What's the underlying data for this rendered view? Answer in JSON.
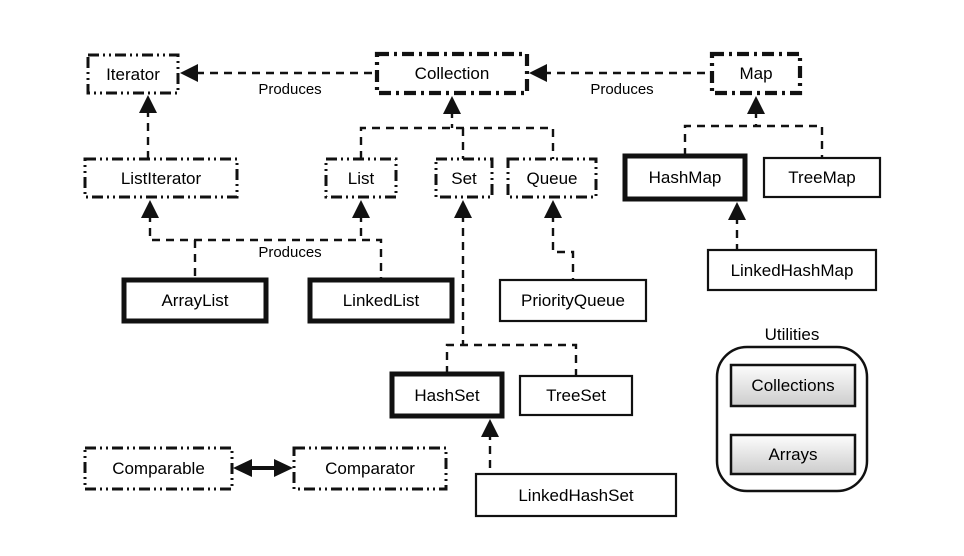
{
  "nodes": {
    "iterator": {
      "label": "Iterator",
      "kind": "interface"
    },
    "collection": {
      "label": "Collection",
      "kind": "interface"
    },
    "map": {
      "label": "Map",
      "kind": "interface"
    },
    "list_iterator": {
      "label": "ListIterator",
      "kind": "interface"
    },
    "list": {
      "label": "List",
      "kind": "interface"
    },
    "set": {
      "label": "Set",
      "kind": "interface"
    },
    "queue": {
      "label": "Queue",
      "kind": "interface"
    },
    "hashmap": {
      "label": "HashMap",
      "kind": "class-emphasized"
    },
    "treemap": {
      "label": "TreeMap",
      "kind": "class"
    },
    "linked_hashmap": {
      "label": "LinkedHashMap",
      "kind": "class"
    },
    "arraylist": {
      "label": "ArrayList",
      "kind": "class-emphasized"
    },
    "linkedlist": {
      "label": "LinkedList",
      "kind": "class-emphasized"
    },
    "priority_queue": {
      "label": "PriorityQueue",
      "kind": "class"
    },
    "hashset": {
      "label": "HashSet",
      "kind": "class-emphasized"
    },
    "treeset": {
      "label": "TreeSet",
      "kind": "class"
    },
    "linked_hashset": {
      "label": "LinkedHashSet",
      "kind": "class"
    },
    "comparable": {
      "label": "Comparable",
      "kind": "interface"
    },
    "comparator": {
      "label": "Comparator",
      "kind": "interface"
    }
  },
  "edge_labels": {
    "collection_produces_iterator": "Produces",
    "map_produces_collection": "Produces",
    "list_produces_listiterator": "Produces"
  },
  "utilities": {
    "title": "Utilities",
    "items": [
      "Collections",
      "Arrays"
    ]
  },
  "colors": {
    "line": "#111111",
    "box_fill": "#ffffff",
    "utility_box_fill_top": "#fdfdfd",
    "utility_box_fill_bottom": "#cccccc"
  }
}
